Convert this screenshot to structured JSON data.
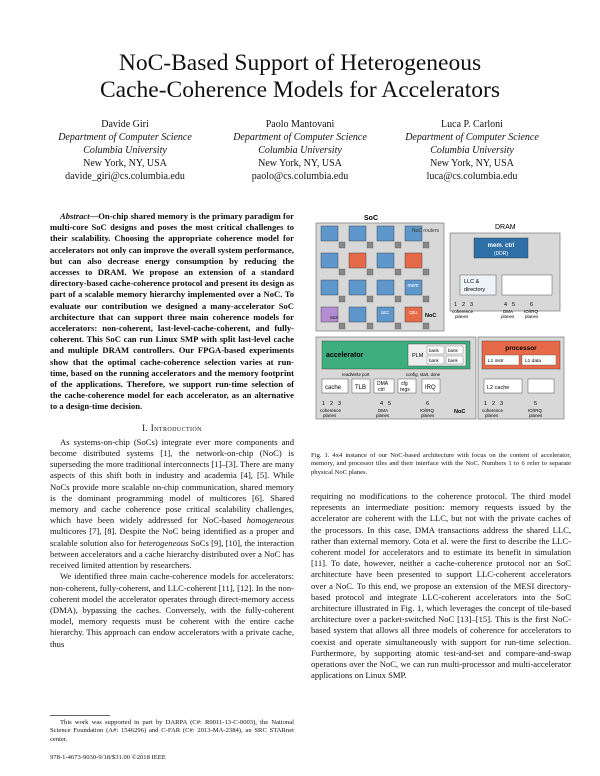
{
  "paper": {
    "title_line1": "NoC-Based Support of Heterogeneous",
    "title_line2": "Cache-Coherence Models for Accelerators",
    "authors": [
      {
        "name": "Davide Giri",
        "dept": "Department of Computer Science",
        "uni": "Columbia University",
        "city": "New York, NY, USA",
        "email": "davide_giri@cs.columbia.edu"
      },
      {
        "name": "Paolo Mantovani",
        "dept": "Department of Computer Science",
        "uni": "Columbia University",
        "city": "New York, NY, USA",
        "email": "paolo@cs.columbia.edu"
      },
      {
        "name": "Luca P. Carloni",
        "dept": "Department of Computer Science",
        "uni": "Columbia University",
        "city": "New York, NY, USA",
        "email": "luca@cs.columbia.edu"
      }
    ],
    "abstract_lead": "Abstract",
    "abstract_body": "—On-chip shared memory is the primary paradigm for multi-core SoC designs and poses the most critical challenges to their scalability. Choosing the appropriate coherence model for accelerators not only can improve the overall system performance, but can also decrease energy consumption by reducing the accesses to DRAM. We propose an extension of a standard directory-based cache-coherence protocol and present its design as part of a scalable memory hierarchy implemented over a NoC. To evaluate our contribution we designed a many-accelerator SoC architecture that can support three main coherence models for accelerators: non-coherent, last-level-cache-coherent, and fully-coherent. This SoC can run Linux SMP with split last-level cache and multiple DRAM controllers. Our FPGA-based experiments show that the optimal cache-coherence selection varies at run-time, based on the running accelerators and the memory footprint of the applications. Therefore, we support run-time selection of the cache-coherence model for each accelerator, as an alternative to a design-time decision.",
    "section1_title": "I. Introduction",
    "intro_p1_a": "As systems-on-chip (SoCs) integrate ever more components and become distributed systems [1], the network-on-chip (NoC) is superseding the more traditional interconnects [1]–[3]. There are many aspects of this shift both in industry and academia [4], [5]. While NoCs provide more scalable on-chip communication, shared memory is the dominant programming model of multicores [6]. Shared memory and cache coherence pose critical scalability challenges, which have been widely addressed for NoC-based ",
    "intro_p1_em1": "homogeneous",
    "intro_p1_b": " multicores [7], [8]. Despite the NoC being identified as a proper and scalable solution also for ",
    "intro_p1_em2": "heterogeneous",
    "intro_p1_c": " SoCs [9], [10], the interaction between accelerators and a cache hierarchy distributed over a NoC has received limited attention by researchers.",
    "intro_p2": "We identified three main cache-coherence models for accelerators: non-coherent, fully-coherent, and LLC-coherent [11], [12]. In the non-coherent model the accelerator operates through direct-memory access (DMA), bypassing the caches. Conversely, with the fully-coherent model, memory requests must be coherent with the entire cache hierarchy. This approach can endow accelerators with a private cache, thus",
    "footnote": "This work was supported in part by DARPA (C#: R0011-13-C-0003), the National Science Foundation (A#: 1546296) and C-FAR (C#: 2013-MA-2384), an SRC STARnet center.",
    "isbn": "978-1-4673-9030-9/18/$31.00 ©2018 IEEE",
    "right_text": "requiring no modifications to the coherence protocol. The third model represents an intermediate position: memory requests issued by the accelerator are coherent with the LLC, but not with the private caches of the processors. In this case, DMA transactions address the shared LLC, rather than external memory. Cota et al. were the first to describe the LLC-coherent model for accelerators and to estimate its benefit in simulation [11]. To date, however, neither a cache-coherence protocol nor an SoC architecture have been presented to support LLC-coherent accelerators over a NoC. To this end, we propose an extension of the MESI directory-based protocol and integrate LLC-coherent accelerators into the SoC architecture illustrated in Fig. 1, which leverages the concept of tile-based architecture over a packet-switched NoC [13]–[15]. This is the first NoC-based system that allows all three models of coherence for accelerators to coexist and operate simultaneously with support for run-time selection. Furthermore, by supporting atomic test-and-set and compare-and-swap operations over the NoC, we can run multi-processor and multi-accelerator applications on Linux SMP.",
    "fig_caption": "Fig. 1. 4x4 instance of our NoC-based architecture with focus on the content of accelerator, memory, and processor tiles and their interface with the NoC. Numbers 1 to 6 refer to separate physical NoC planes."
  },
  "figure": {
    "soc": "SoC",
    "noc_routers": "NoC routers",
    "dram": "DRAM",
    "mem_ctrl": "mem. ctrl",
    "ddr": "(DDR)",
    "llc": "LLC &",
    "directory": "directory",
    "mem": "mem",
    "aux": "aux",
    "acc": "acc",
    "cpu": "cpu",
    "noc": "NoC",
    "accelerator": "accelerator",
    "plm": "PLM",
    "bank": "bank",
    "read_write_port": "read/write port",
    "config_start_done": "config, start, done",
    "cache": "cache",
    "tlb": "TLB",
    "dma": "DMA",
    "ctrl": "ctrl",
    "cfg": "cfg",
    "regs": "regs",
    "irq": "IRQ",
    "processor": "processor",
    "l1_instr": "L1 instr",
    "l1_data": "L1 data",
    "l2_cache": "L2 cache",
    "coherence": "coherence",
    "planes": "planes",
    "dma_planes": "DMA",
    "io_irq": "IO/IRQ",
    "n1": "1",
    "n2": "2",
    "n3": "3",
    "n4": "4",
    "n5": "5",
    "n6": "6"
  }
}
